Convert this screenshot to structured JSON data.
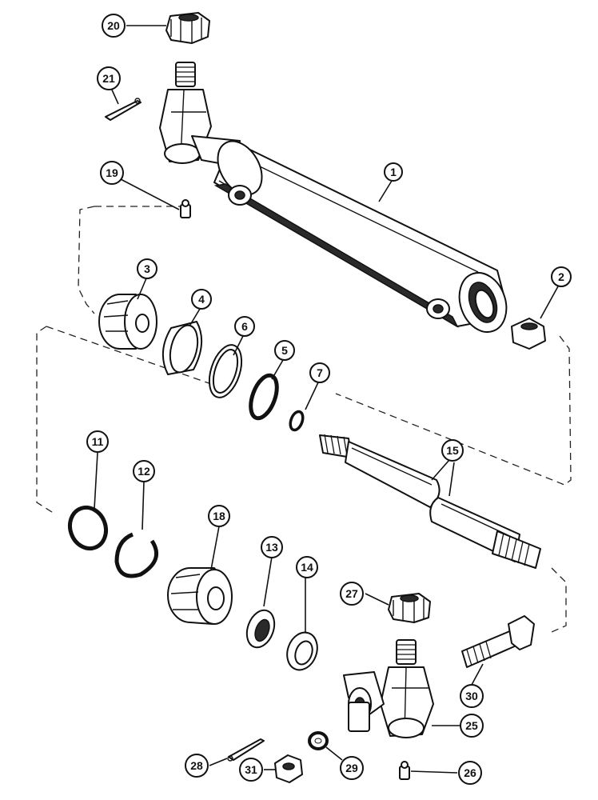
{
  "diagram": {
    "callouts": [
      {
        "id": "c1",
        "label": "1"
      },
      {
        "id": "c2",
        "label": "2"
      },
      {
        "id": "c3",
        "label": "3"
      },
      {
        "id": "c4",
        "label": "4"
      },
      {
        "id": "c5",
        "label": "5"
      },
      {
        "id": "c6",
        "label": "6"
      },
      {
        "id": "c7",
        "label": "7"
      },
      {
        "id": "c11",
        "label": "11"
      },
      {
        "id": "c12",
        "label": "12"
      },
      {
        "id": "c13",
        "label": "13"
      },
      {
        "id": "c14",
        "label": "14"
      },
      {
        "id": "c15",
        "label": "15"
      },
      {
        "id": "c18",
        "label": "18"
      },
      {
        "id": "c19",
        "label": "19"
      },
      {
        "id": "c20",
        "label": "20"
      },
      {
        "id": "c21",
        "label": "21"
      },
      {
        "id": "c25",
        "label": "25"
      },
      {
        "id": "c26",
        "label": "26"
      },
      {
        "id": "c27",
        "label": "27"
      },
      {
        "id": "c28",
        "label": "28"
      },
      {
        "id": "c29",
        "label": "29"
      },
      {
        "id": "c30",
        "label": "30"
      },
      {
        "id": "c31",
        "label": "31"
      }
    ],
    "colors": {
      "line": "#111111",
      "background": "#ffffff"
    }
  }
}
